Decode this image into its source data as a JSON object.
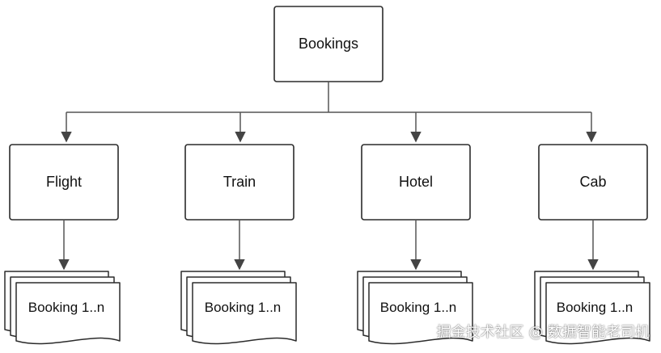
{
  "root": {
    "label": "Bookings"
  },
  "categories": [
    {
      "label": "Flight",
      "doc_label": "Booking 1..n"
    },
    {
      "label": "Train",
      "doc_label": "Booking 1..n"
    },
    {
      "label": "Hotel",
      "doc_label": "Booking 1..n"
    },
    {
      "label": "Cab",
      "doc_label": "Booking 1..n"
    }
  ],
  "watermark": "掘金技术社区 @ 数据智能老司机"
}
